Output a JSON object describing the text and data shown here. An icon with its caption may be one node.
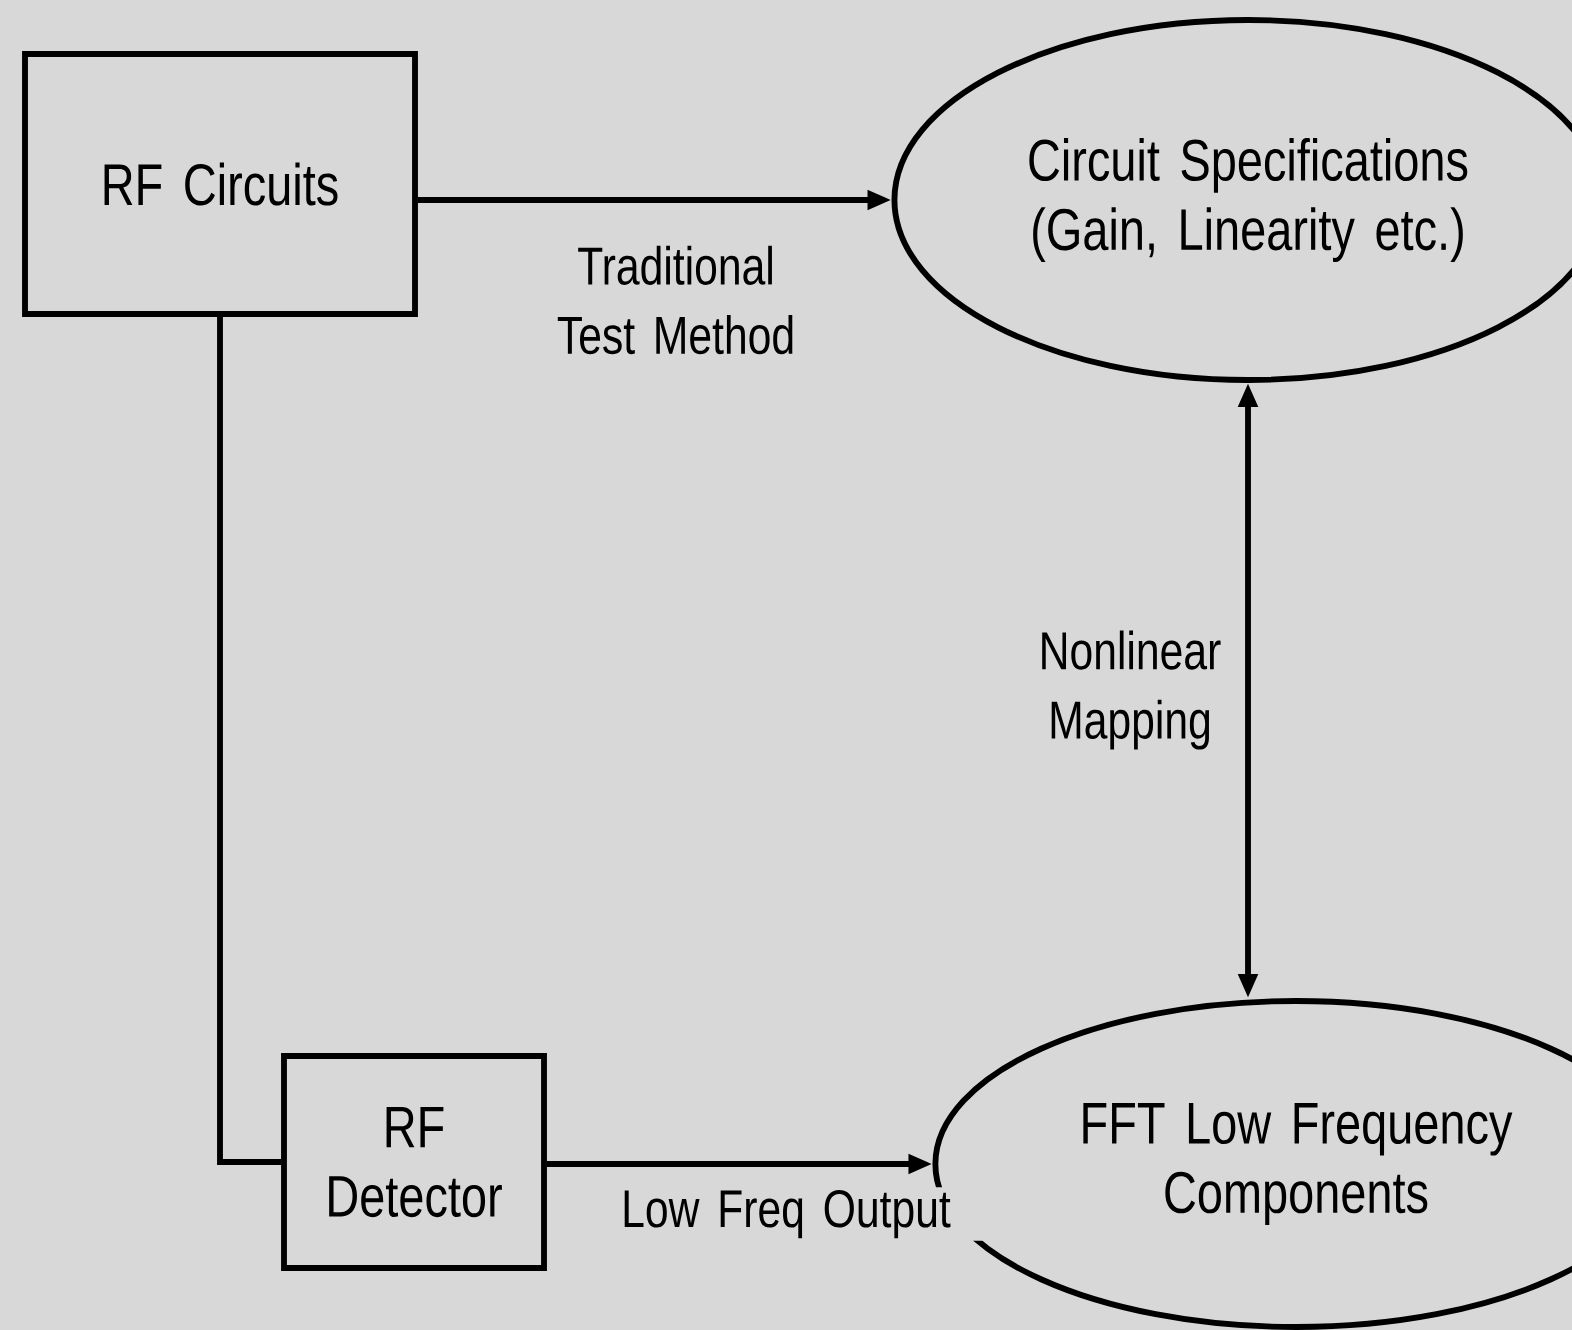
{
  "diagram": {
    "nodes": [
      {
        "text": [
          "RF Circuits"
        ]
      },
      {
        "text": [
          "Circuit Specifications (Gain, Linearity etc.)"
        ]
      },
      {
        "text": [
          "RF Detector"
        ]
      },
      {
        "text": [
          "FFT Low Frequency Components"
        ]
      }
    ],
    "edges": [
      {
        "from": 0,
        "to": 1,
        "arrow": "to",
        "label": "Traditional Test Method"
      },
      {
        "from": 0,
        "to": 2,
        "arrow": "none"
      },
      {
        "from": 2,
        "to": 3,
        "arrow": "to",
        "label": "Low Freq Output"
      },
      {
        "from": 1,
        "to": 3,
        "arrow": "both",
        "label": "Nonlinear Mapping"
      }
    ]
  }
}
